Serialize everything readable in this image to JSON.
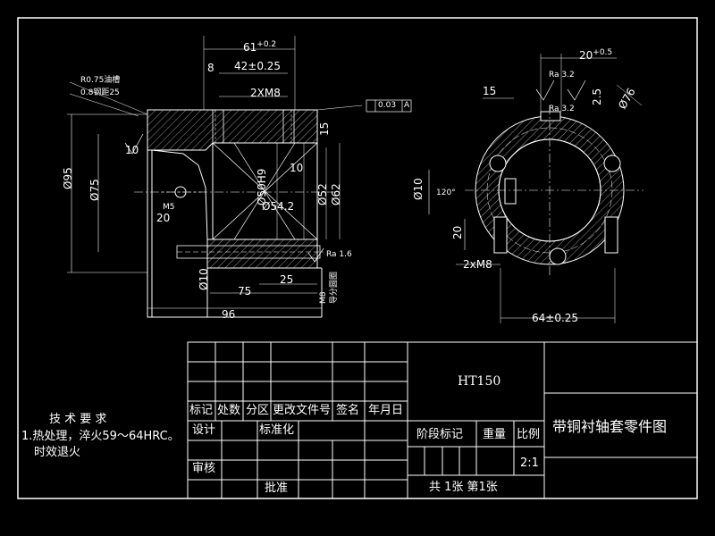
{
  "dims_front": {
    "d61": "61",
    "d61_tol": "+0.2",
    "d42": "42±0.25",
    "d8": "8",
    "d2xm8": "2XM8",
    "r075": "R0.75油槽",
    "depth": "0.8钢距25",
    "d10a": "10",
    "d20": "20",
    "d10b": "10",
    "m5": "M5",
    "d95": "Ø95",
    "d75": "Ø75",
    "d50h9": "Ø50H9",
    "d542": "Ø54.2",
    "d52": "Ø52",
    "d62": "Ø62",
    "d15": "15",
    "d10v": "10",
    "phi10": "Ø10",
    "d75h": "75",
    "d25": "25",
    "d96": "96",
    "tol_box_a": "0.03",
    "tol_box_b": "A",
    "flat_note": "Ra 1.6",
    "side_note": "导分圆圈",
    "side_note2": "M8"
  },
  "dims_side": {
    "d20": "20",
    "d20_tol": "+0.5",
    "d15": "15",
    "d25": "2.5",
    "phi76": "Ø76",
    "phi10": "Ø10",
    "ang": "120°",
    "d20v": "20",
    "d2xm8": "2xM8",
    "d64": "64±0.25",
    "ra1": "Ra 3.2",
    "ra2": "Ra 3.2"
  },
  "title_block": {
    "material": "HT150",
    "part_name": "带铜衬轴套零件图",
    "headers": [
      "标记",
      "处数",
      "分区",
      "更改文件号",
      "签名",
      "年月日"
    ],
    "design": "设计",
    "standard": "标准化",
    "stage_mark": "阶段标记",
    "weight": "重量",
    "scale_label": "比例",
    "scale": "2:1",
    "review": "审核",
    "approve": "批准",
    "sheets": "共 1张 第1张"
  },
  "tech_req": {
    "title": "技 术 要 求",
    "line1": "1.热处理，淬火59～64HRC。",
    "line2": "时效退火"
  }
}
